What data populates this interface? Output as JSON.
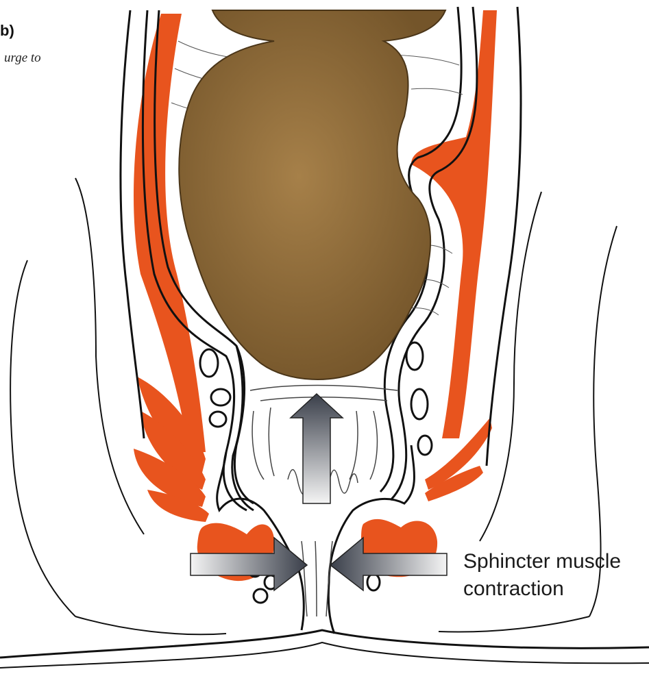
{
  "panel_label": "b)",
  "caption_fragment": "urge to",
  "annotation": {
    "line1": "Sphincter muscle",
    "line2": "contraction"
  },
  "colors": {
    "muscle": "#e8541e",
    "stool": "#7a5a2c",
    "stool_light": "#9c7a45",
    "outline": "#111111",
    "arrow_dark": "#3a3f4a",
    "arrow_light": "#f4f4f4"
  },
  "arrows": [
    {
      "name": "upward-pressure-arrow",
      "direction": "up"
    },
    {
      "name": "left-sphincter-arrow",
      "direction": "right"
    },
    {
      "name": "right-sphincter-arrow",
      "direction": "left"
    }
  ]
}
